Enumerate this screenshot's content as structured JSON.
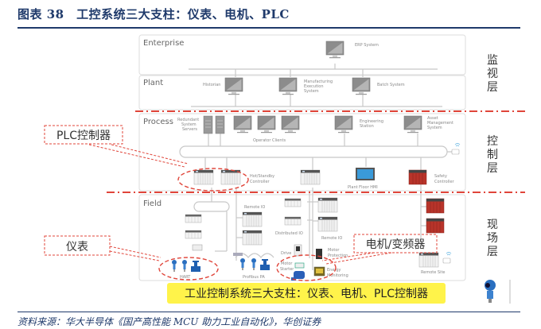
{
  "figure": {
    "title": "图表 38　工控系统三大支柱：仪表、电机、PLC",
    "source": "资料来源：华大半导体《国产高性能 MCU 助力工业自动化》，华创证券"
  },
  "layers": [
    {
      "name": "Enterprise"
    },
    {
      "name": "Plant"
    },
    {
      "name": "Process"
    },
    {
      "name": "Field"
    }
  ],
  "tiers": [
    {
      "label_lines": [
        "监",
        "视",
        "层"
      ]
    },
    {
      "label_lines": [
        "控",
        "制",
        "层"
      ]
    },
    {
      "label_lines": [
        "现",
        "场",
        "层"
      ]
    }
  ],
  "enterprise": {
    "erp": "ERP System"
  },
  "plant": {
    "historian": "Historian",
    "mes_lines": [
      "Manufacturing",
      "Execution",
      "System"
    ],
    "batch": "Batch System"
  },
  "process": {
    "servers_lines": [
      "Redundant",
      "System",
      "Servers"
    ],
    "operator_clients": "Operator Clients",
    "engineering_lines": [
      "Engineering",
      "Station"
    ],
    "asset_lines": [
      "Asset",
      "Management",
      "System"
    ],
    "hot_standby_lines": [
      "Hot/Standby",
      "Controller"
    ],
    "hmi": "Plant Floor HMI",
    "safety_lines": [
      "Safety",
      "Controller"
    ]
  },
  "field": {
    "remote_io_1": "Remote IO",
    "distributed_io": "Distributed IO",
    "remote_io_2": "Remote IO",
    "drive": "Drive",
    "motor_protection_lines": [
      "Motor",
      "Protection"
    ],
    "motor_starter_lines": [
      "Motor",
      "Starter"
    ],
    "energy_lines": [
      "Energy",
      "Monitoring"
    ],
    "hart": "HART",
    "profibus": "Profibus PA",
    "remote_site": "Remote Site"
  },
  "callouts": {
    "plc": "PLC控制器",
    "instrument": "仪表",
    "motor": "电机/变频器"
  },
  "banner": "工业控制系统三大支柱：仪表、电机、PLC控制器",
  "colors": {
    "title_blue": "#1f3a6b",
    "callout_red": "#e0453a",
    "banner_yellow": "#fff34a",
    "device_gray": "#9a9a9a",
    "safety_red": "#b8342a",
    "hmi_blue": "#3a9ad9",
    "instrument_blue": "#2a6fc0"
  }
}
